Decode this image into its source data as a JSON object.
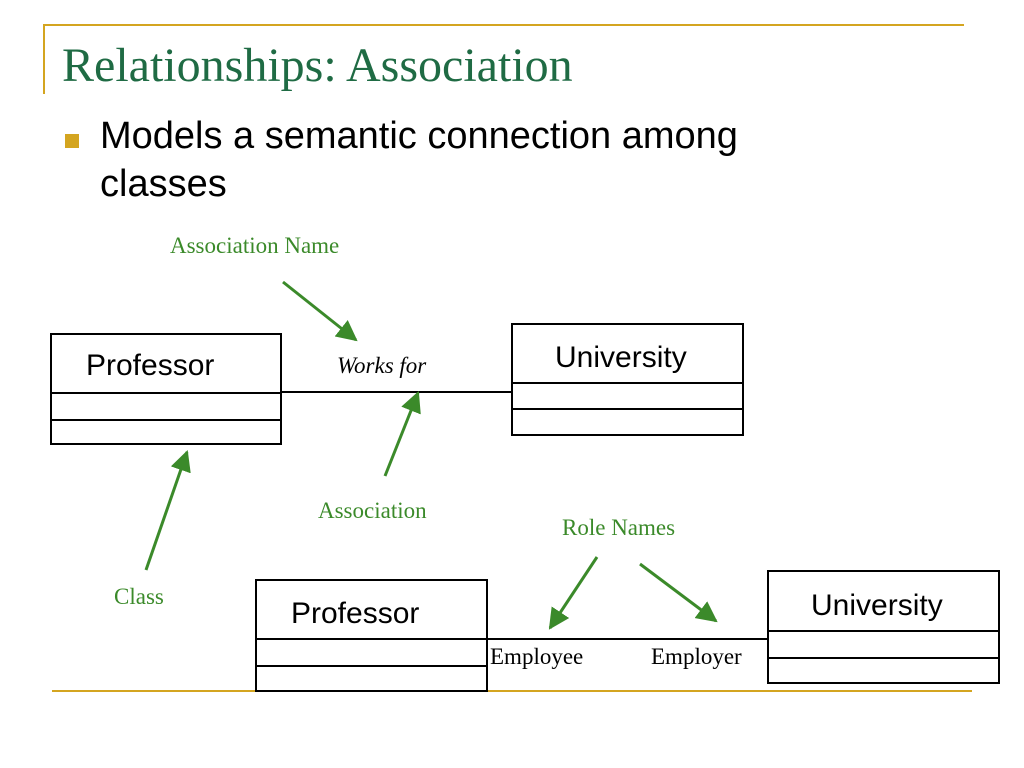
{
  "slide": {
    "title": "Relationships: Association",
    "bullet": "Models a semantic connection among classes",
    "accent_color": "#d4a520",
    "title_color": "#1f6b44",
    "callout_color": "#3b8a2a"
  },
  "diagram_top": {
    "class_left": "Professor",
    "class_right": "University",
    "association_name": "Works for"
  },
  "diagram_bottom": {
    "class_left": "Professor",
    "class_right": "University",
    "role_left": "Employee",
    "role_right": "Employer"
  },
  "callouts": {
    "association_name": "Association Name",
    "association": "Association",
    "class": "Class",
    "role_names": "Role Names"
  }
}
